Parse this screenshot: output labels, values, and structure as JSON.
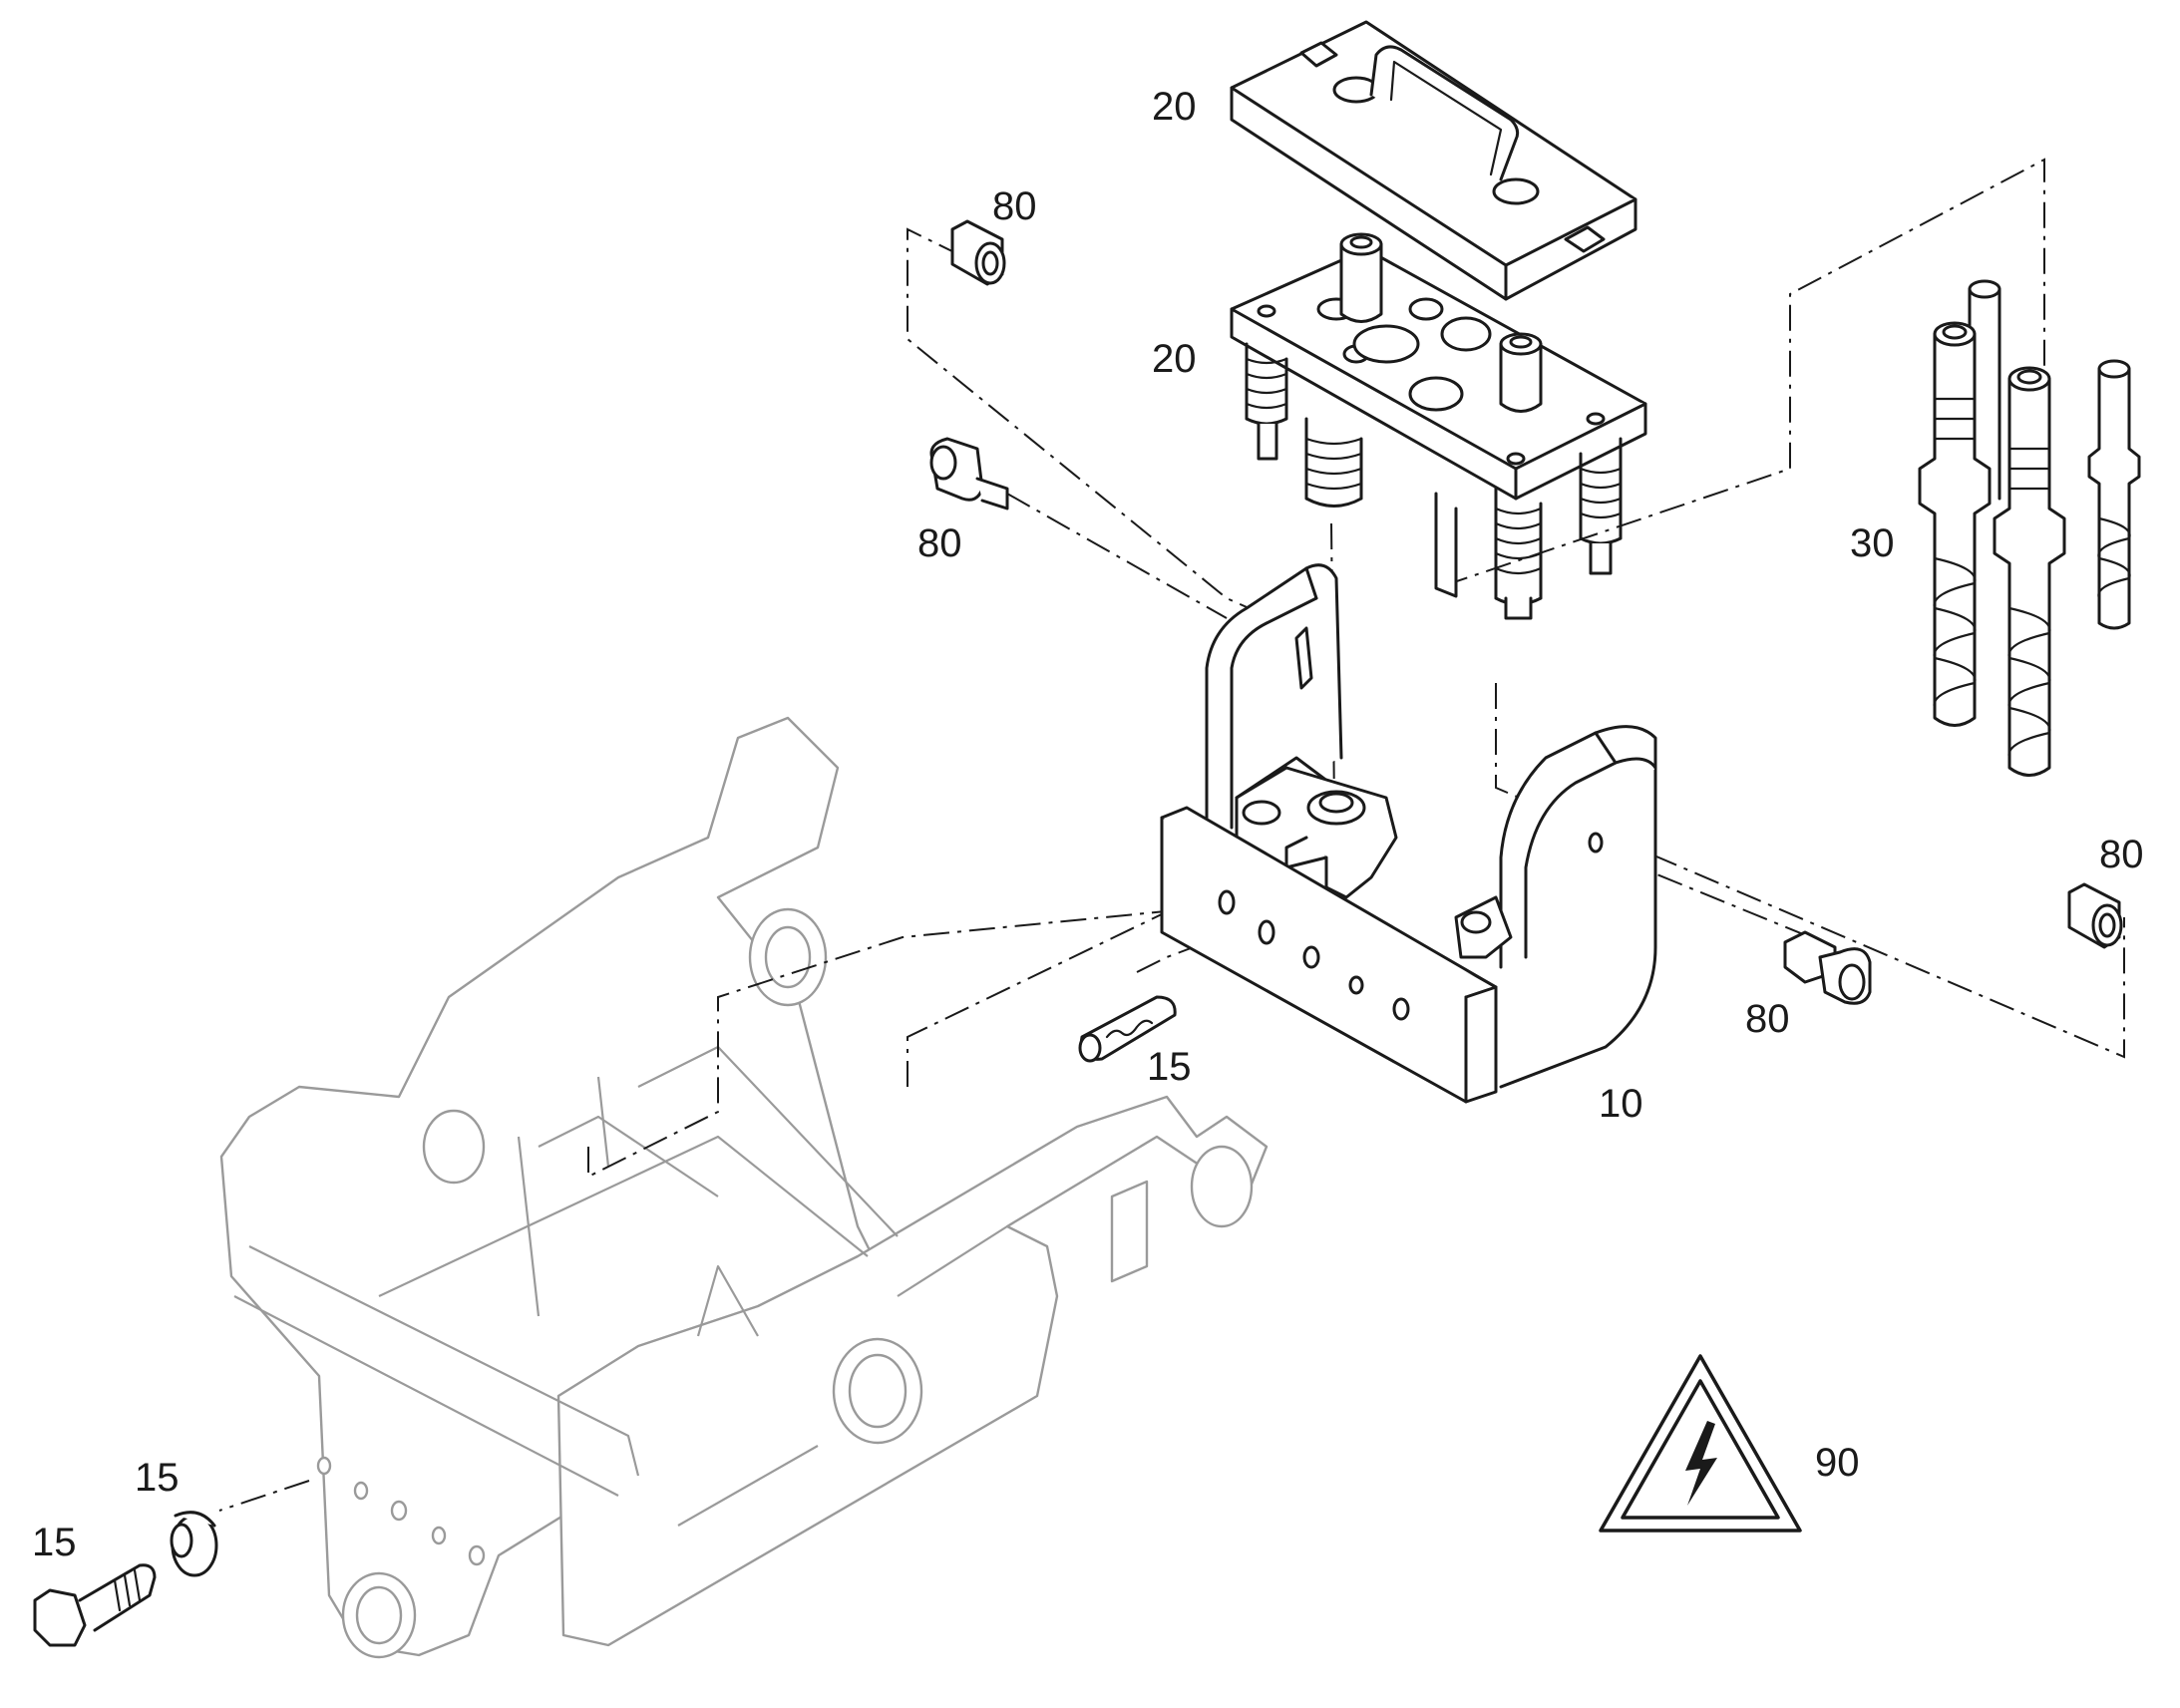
{
  "callouts": {
    "top_cover": "20",
    "valve_block": "20",
    "nut_top_left": "80",
    "screw_left": "80",
    "couplings": "30",
    "nut_right": "80",
    "screw_right": "80",
    "pin": "15",
    "bracket": "10",
    "washer": "15",
    "bolt": "15",
    "warning_sign": "90"
  },
  "colors": {
    "line": "#1a1a1a",
    "ghost": "#9a9a9a",
    "background": "#ffffff"
  },
  "icons": {
    "warning_sign": "high-voltage-warning-icon"
  }
}
